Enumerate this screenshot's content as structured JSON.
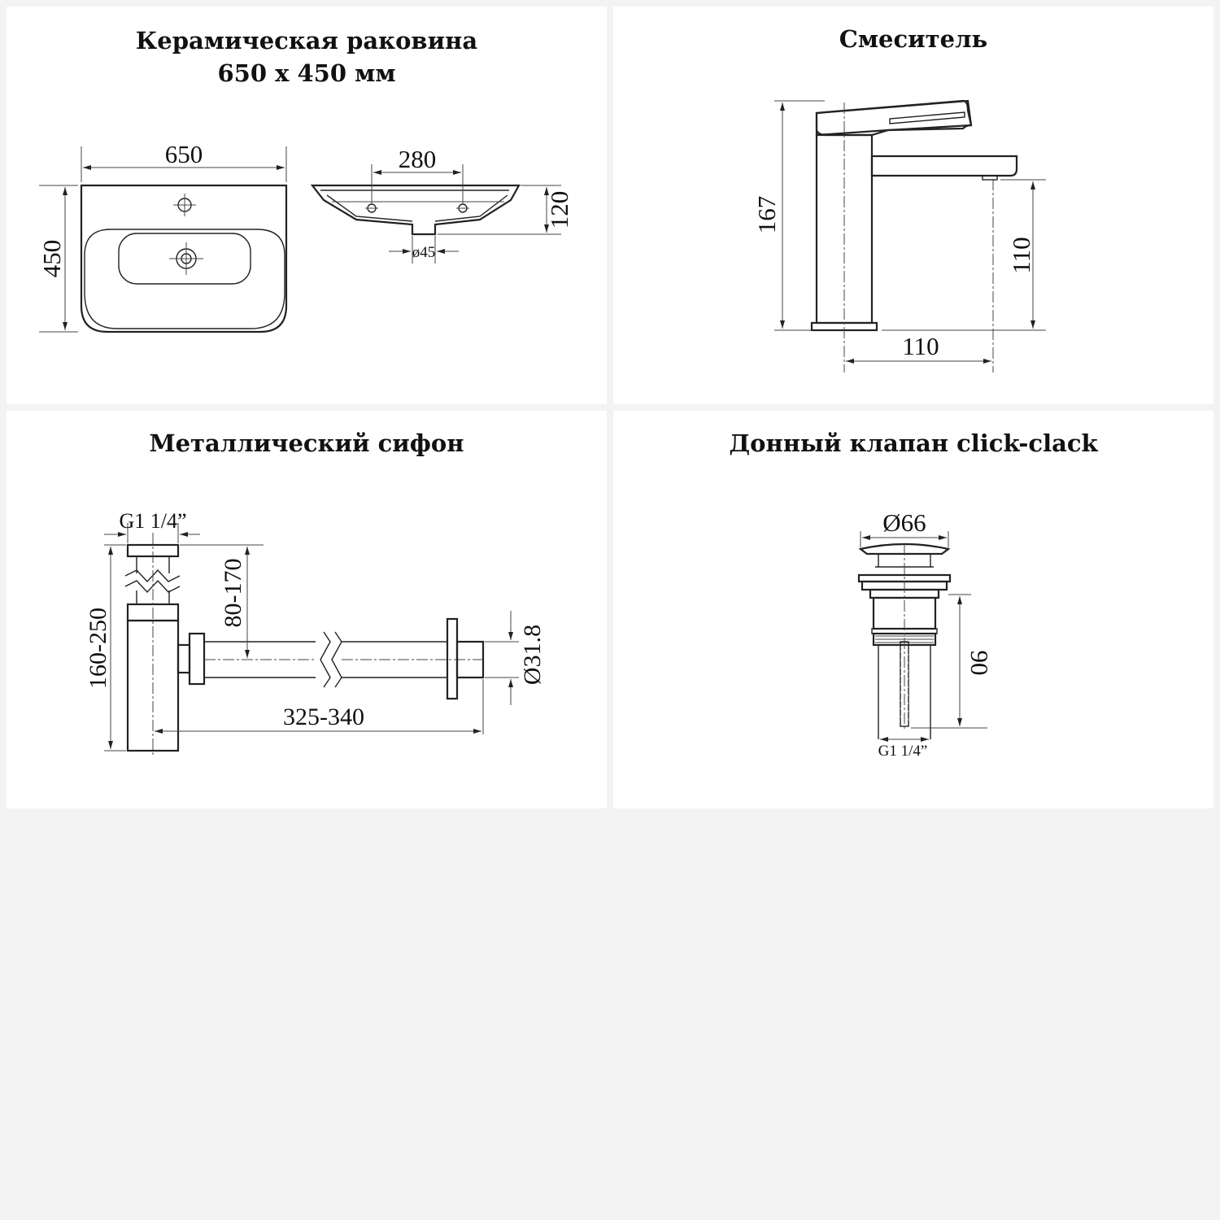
{
  "panels": {
    "sink": {
      "title_line1": "Керамическая раковина",
      "title_line2": "650 x 450 мм",
      "dims": {
        "width": "650",
        "depth": "450",
        "hole_spacing": "280",
        "height": "120",
        "drain": "ø45"
      }
    },
    "mixer": {
      "title": "Смеситель",
      "dims": {
        "height": "167",
        "spout_height": "110",
        "spout_reach": "110"
      }
    },
    "siphon": {
      "title": "Металлический сифон",
      "dims": {
        "thread": "G1 1/4”",
        "inlet_height": "80-170",
        "total_height": "160-250",
        "length": "325-340",
        "pipe_diameter": "Ø31.8"
      }
    },
    "valve": {
      "title": "Донный клапан click-clack",
      "dims": {
        "cap_diameter": "Ø66",
        "height": "90",
        "thread": "G1 1/4”"
      }
    }
  },
  "colors": {
    "background": "#f3f3f3",
    "panel": "#ffffff",
    "line": "#222222"
  }
}
